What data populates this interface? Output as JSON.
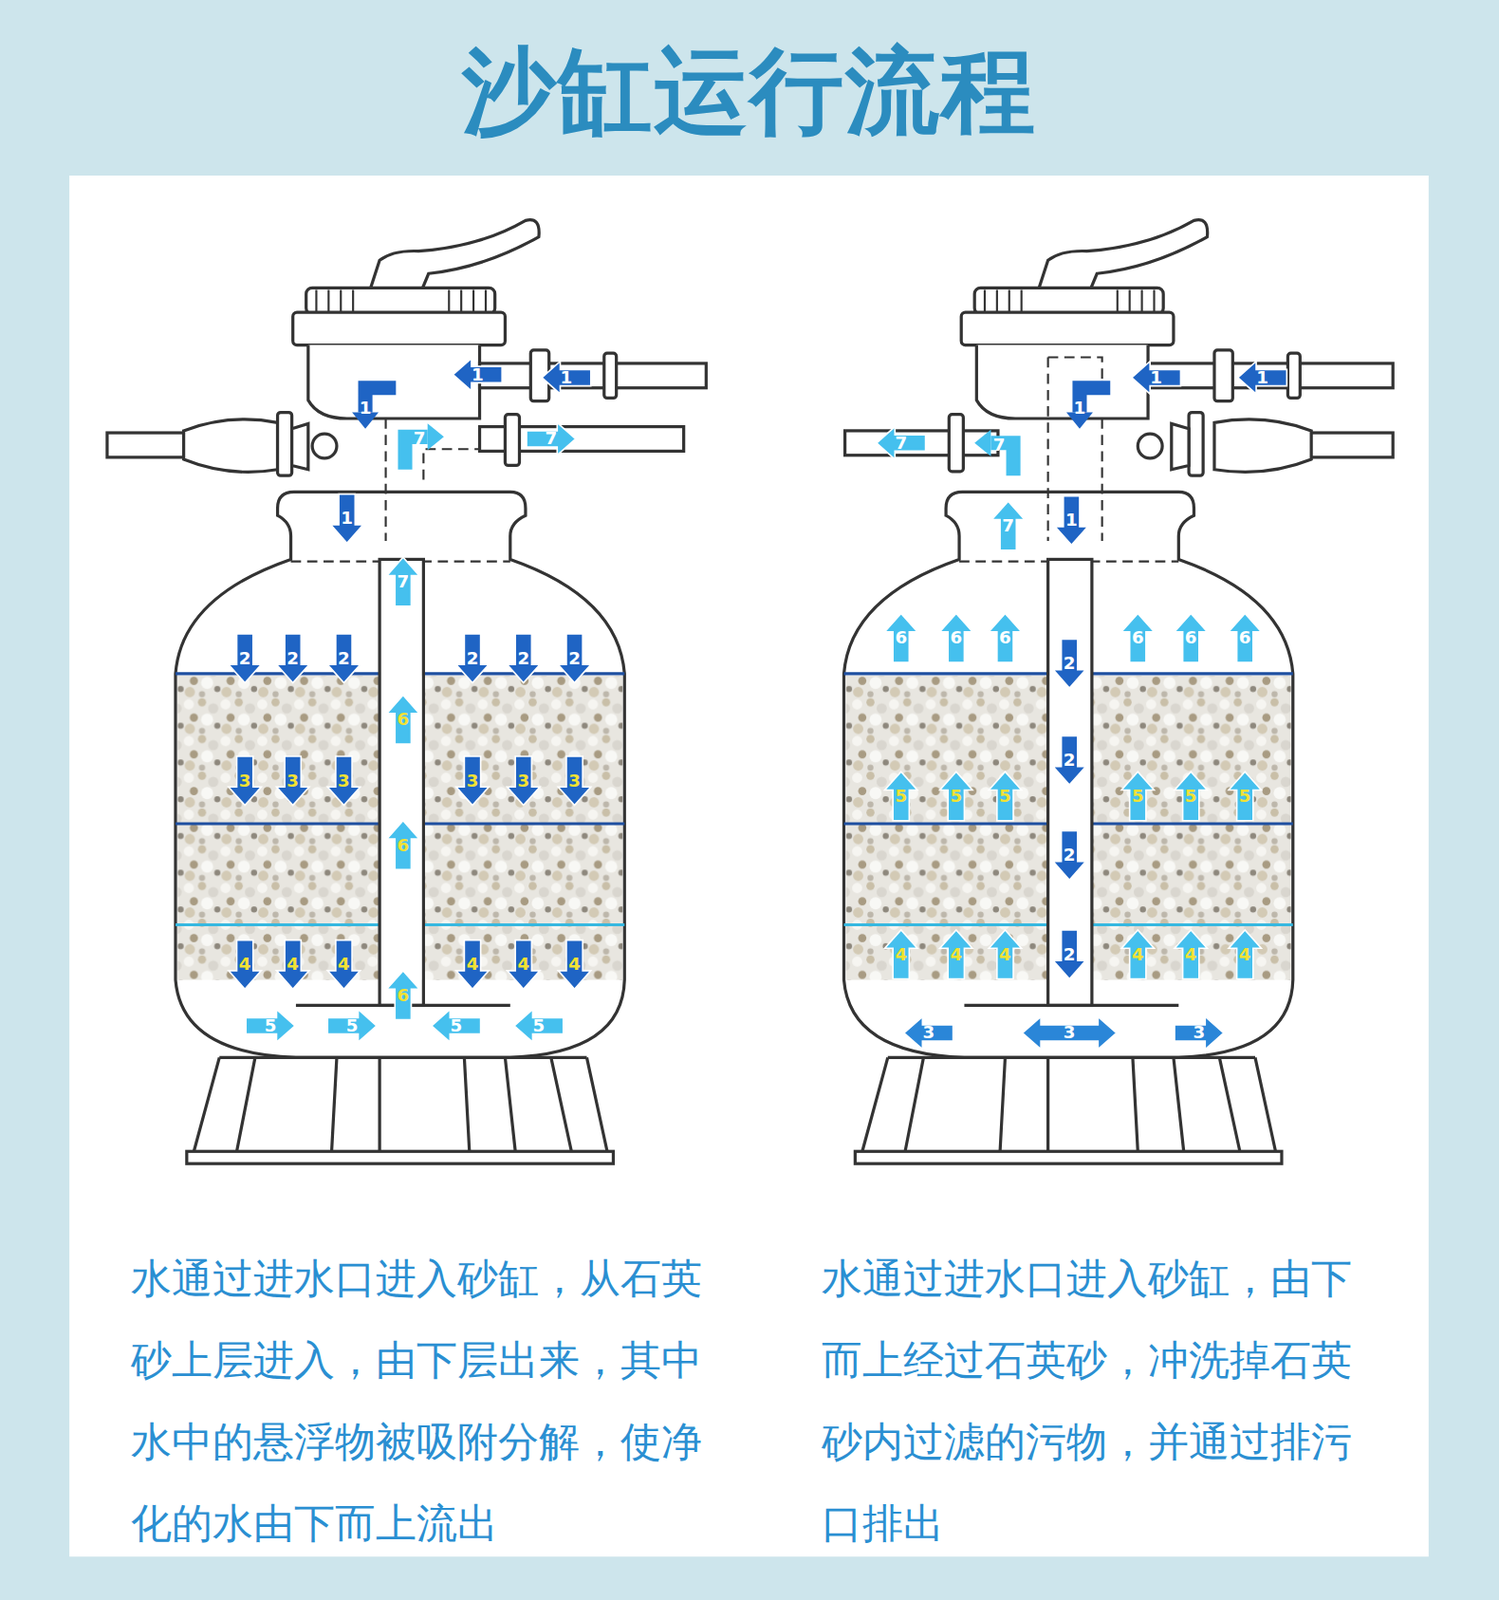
{
  "diagram": {
    "title": "沙缸运行流程",
    "labels": [
      "1",
      "1",
      "1",
      "7",
      "7",
      "1",
      "7",
      "2",
      "2",
      "2",
      "2",
      "2",
      "2",
      "6",
      "3",
      "3",
      "3",
      "3",
      "3",
      "3",
      "6",
      "4",
      "4",
      "4",
      "4",
      "4",
      "4",
      "6",
      "5",
      "5",
      "5",
      "5",
      "1",
      "1",
      "7",
      "7",
      "1",
      "7",
      "1",
      "6",
      "6",
      "6",
      "6",
      "6",
      "6",
      "2",
      "5",
      "5",
      "5",
      "5",
      "5",
      "5",
      "2",
      "2",
      "4",
      "4",
      "4",
      "4",
      "4",
      "4",
      "2",
      "3",
      "3",
      "3",
      "水通过进水口进入砂缸，从石英砂上层进入，由下层出来，其中水中的悬浮物被吸附分解，使净化的水由下而上流出",
      "水通过进水口进入砂缸，由下而上经过石英砂，冲洗掉石英砂内过滤的污物，并通过排污口排出"
    ]
  }
}
